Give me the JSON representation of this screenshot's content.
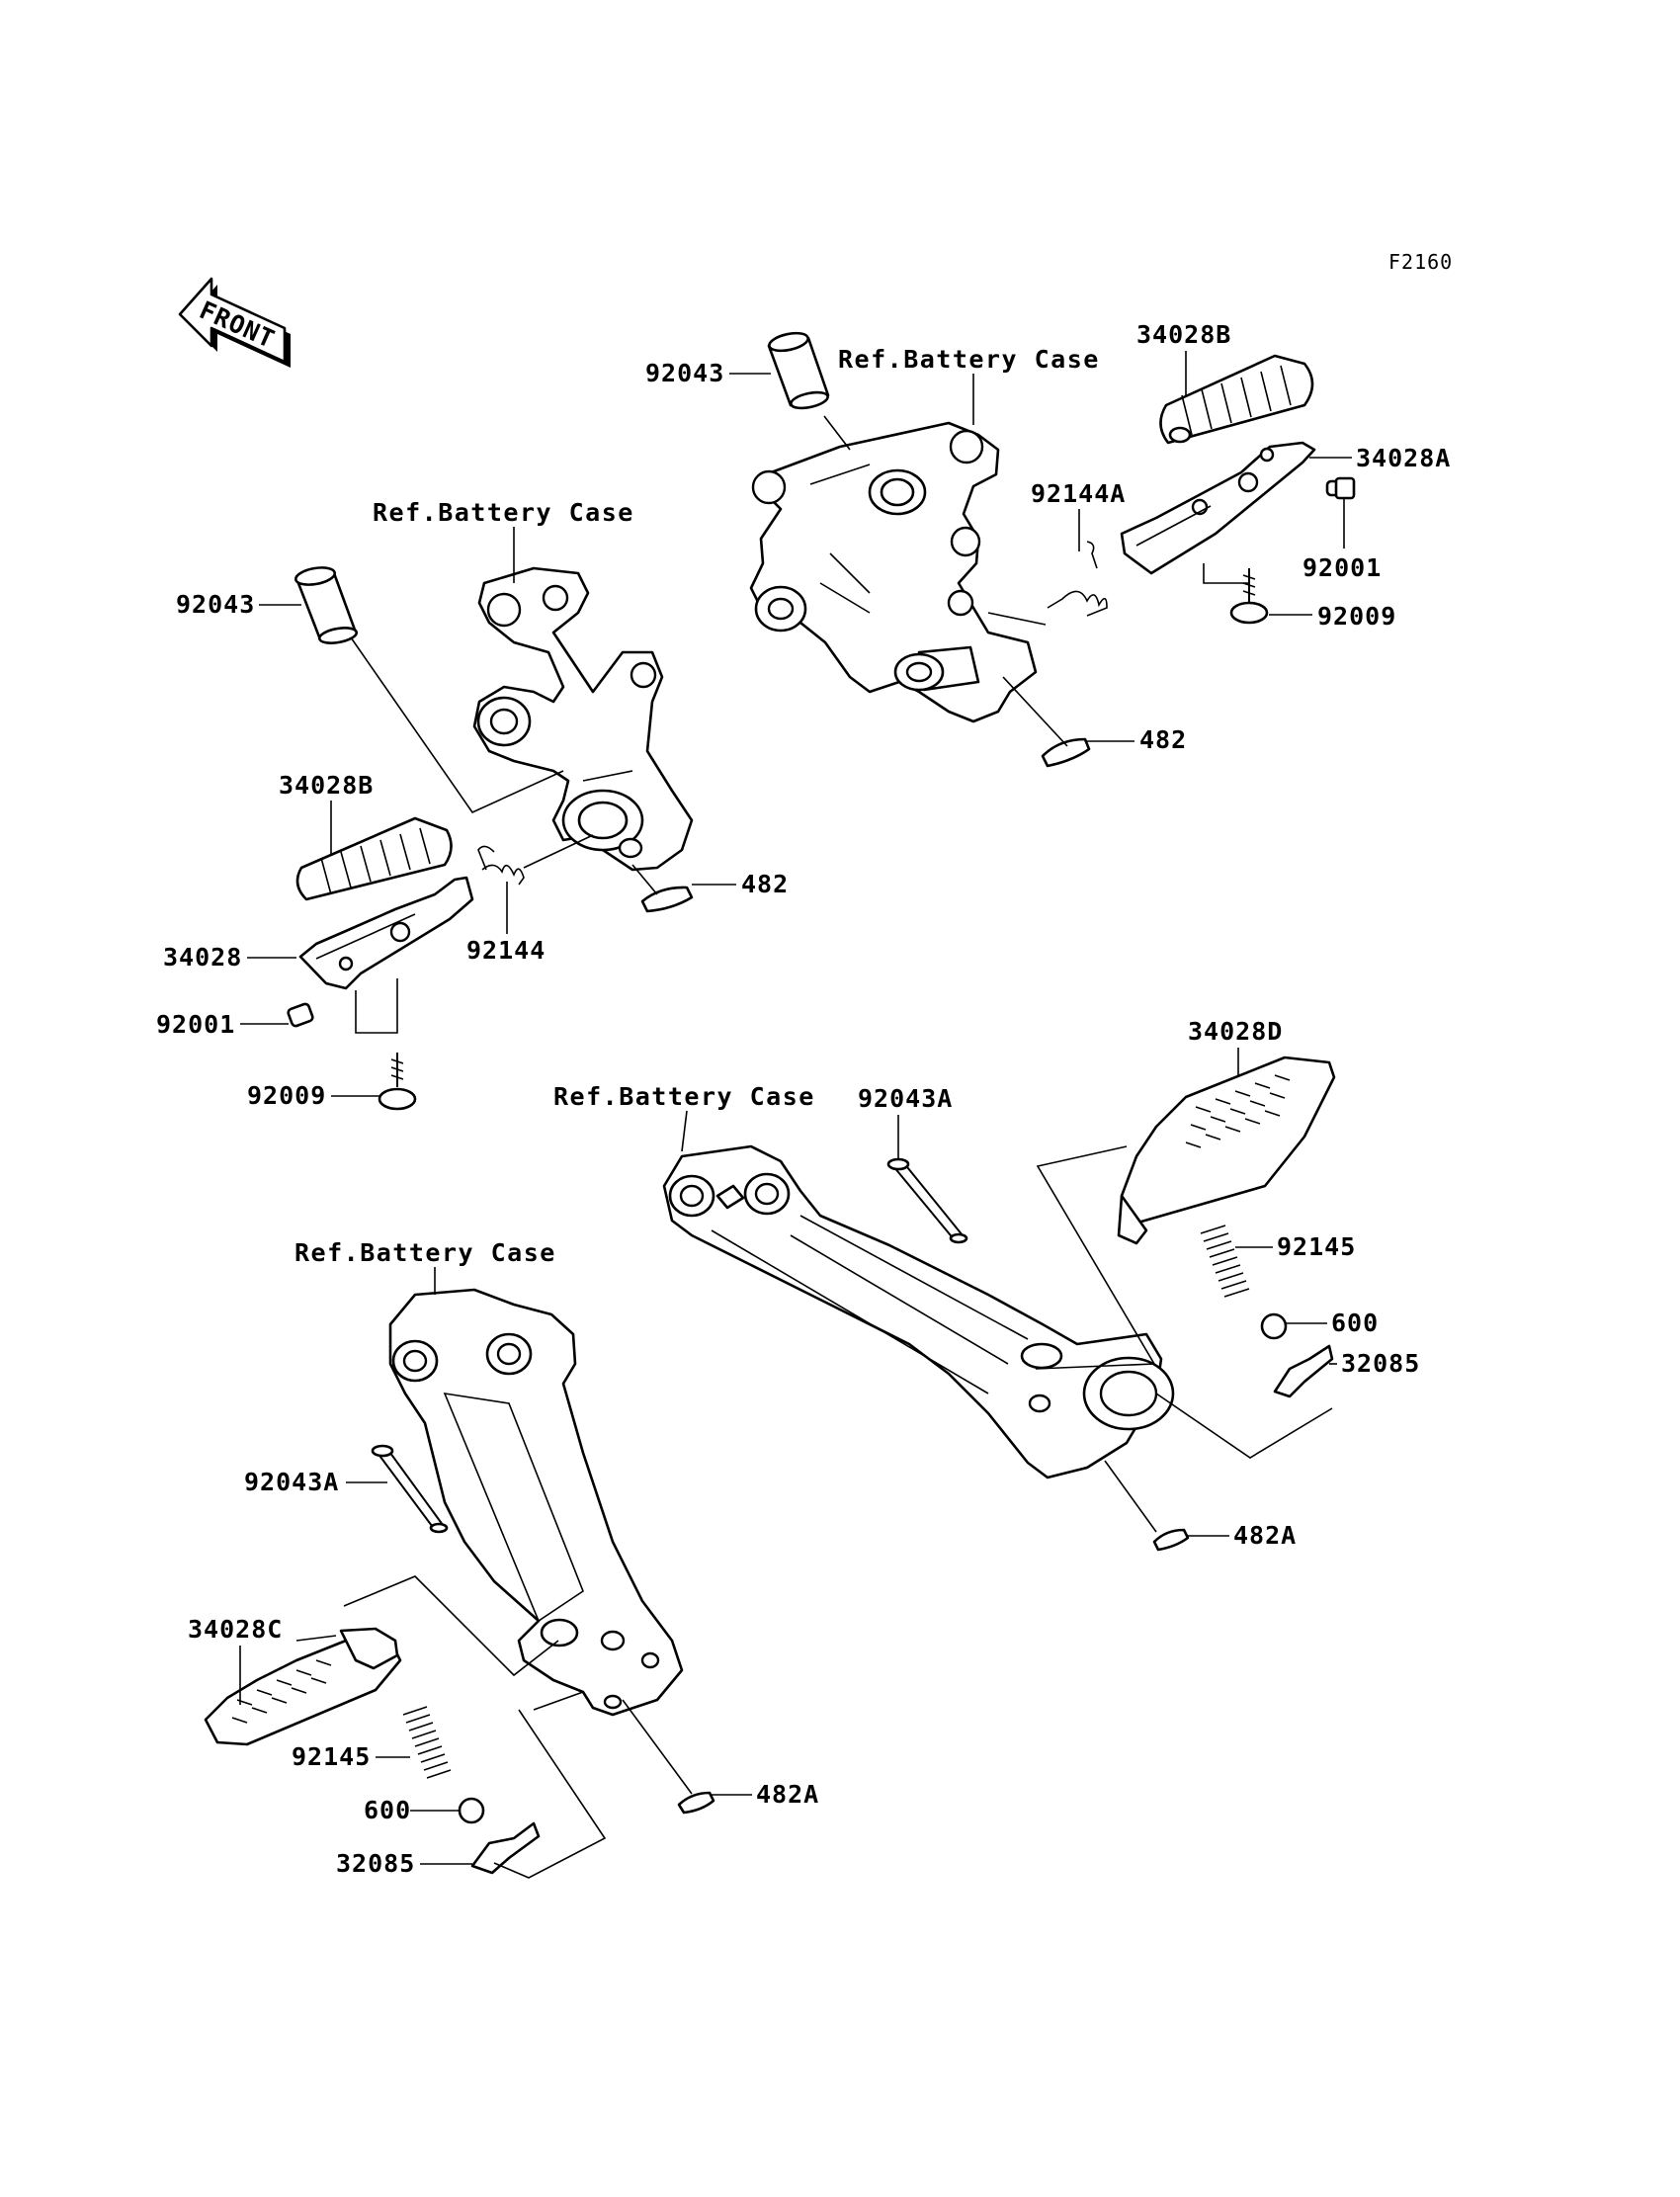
{
  "diagram_code": "F2160",
  "front_arrow": {
    "icon": "front-arrow-icon",
    "label": "FRONT"
  },
  "ref_labels": [
    "Ref.Battery Case",
    "Ref.Battery Case",
    "Ref.Battery Case",
    "Ref.Battery Case"
  ],
  "parts": {
    "ur_92043": "92043",
    "ur_34028B": "34028B",
    "ur_34028A": "34028A",
    "ur_92144A": "92144A",
    "ur_92001": "92001",
    "ur_92009": "92009",
    "ur_482": "482",
    "ul_92043": "92043",
    "ul_34028B": "34028B",
    "ul_34028": "34028",
    "ul_92144": "92144",
    "ul_482": "482",
    "ul_92001": "92001",
    "ul_92009": "92009",
    "lr_34028D": "34028D",
    "lr_92043A": "92043A",
    "lr_92145": "92145",
    "lr_600": "600",
    "lr_32085": "32085",
    "lr_482A": "482A",
    "ll_92043A": "92043A",
    "ll_34028C": "34028C",
    "ll_92145": "92145",
    "ll_600": "600",
    "ll_32085": "32085",
    "ll_482A": "482A"
  }
}
